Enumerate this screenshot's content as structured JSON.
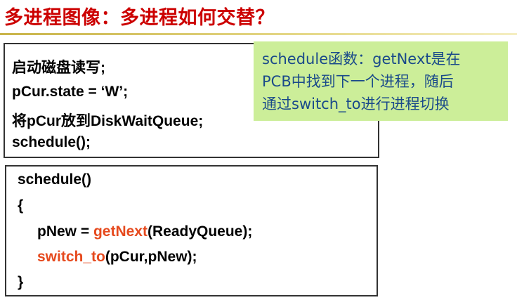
{
  "title": "多进程图像：多进程如何交替？",
  "box1": {
    "lines": [
      "启动磁盘读写;",
      "pCur.state = ‘W’;",
      "将pCur放到DiskWaitQueue;",
      "schedule();"
    ]
  },
  "box2": {
    "line1": "schedule()",
    "line2": "{",
    "line3_pre": "pNew = ",
    "line3_fn": "getNext",
    "line3_post": "(ReadyQueue);",
    "line4_fn": "switch_to",
    "line4_post": "(pCur,pNew);",
    "line5": "}"
  },
  "note": {
    "lines": [
      "schedule函数：getNext是在",
      "PCB中找到下一个进程，随后",
      "通过switch_to进行进程切换"
    ]
  },
  "colors": {
    "title": "#cc0000",
    "highlight": "#e64a1e",
    "note_bg": "#ccee99",
    "note_text": "#1a4a8a"
  }
}
